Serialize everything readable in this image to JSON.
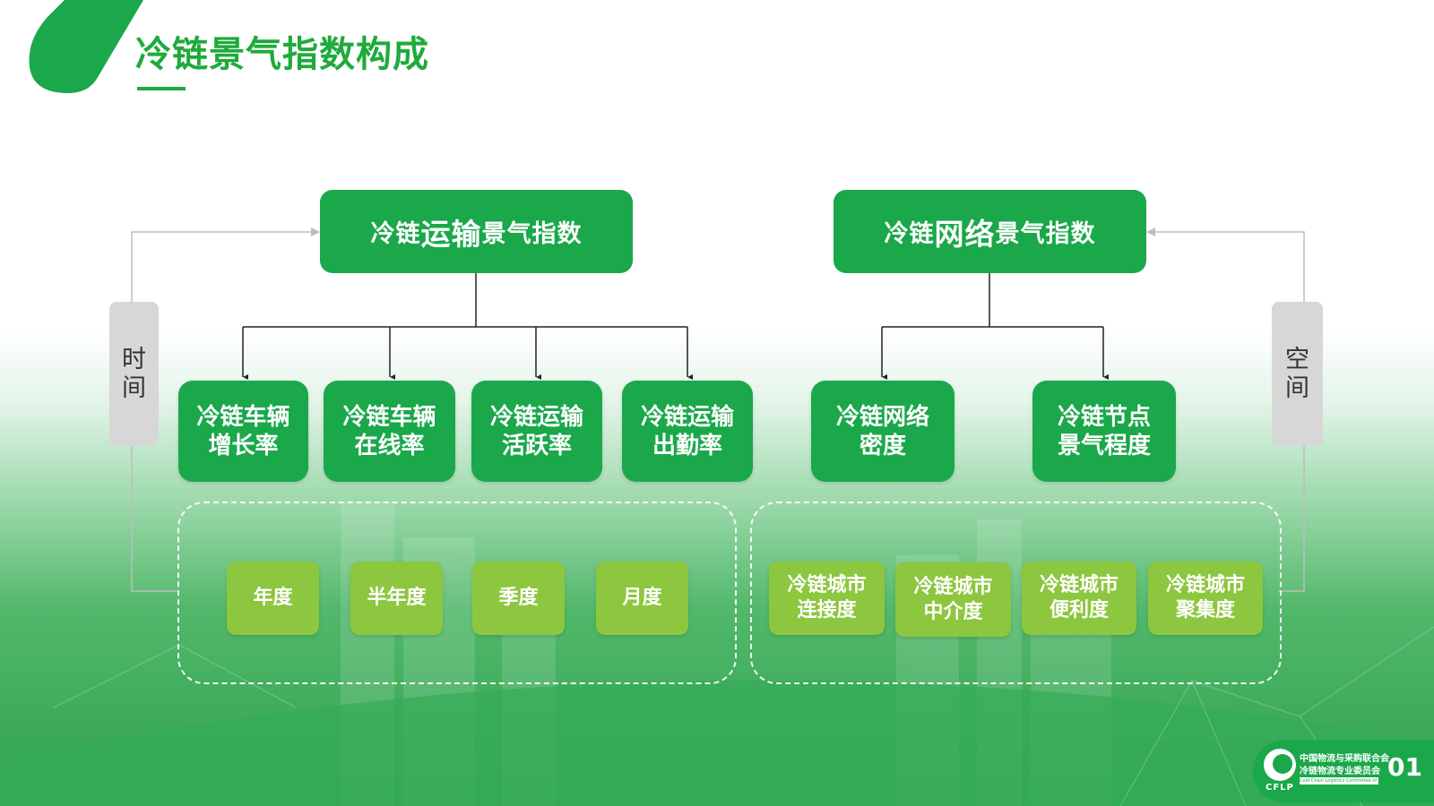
{
  "page_title": "冷链景气指数构成",
  "colors": {
    "primary_green": "#1aa84a",
    "leaf_green": "#8dc63f",
    "side_gray": "#d7d7d7",
    "title_green": "#1faa3c"
  },
  "diagram": {
    "left_root": {
      "prefix": "冷链",
      "emphasis": "运输",
      "suffix": "景气指数"
    },
    "right_root": {
      "prefix": "冷链",
      "emphasis": "网络",
      "suffix": "景气指数"
    },
    "left_side_label": "时间",
    "right_side_label": "空间",
    "left_children": [
      "冷链车辆增长率",
      "冷链车辆在线率",
      "冷链运输活跃率",
      "冷链运输出勤率"
    ],
    "right_children": [
      "冷链网络密度",
      "冷链节点景气程度"
    ],
    "time_dims": [
      "年度",
      "半年度",
      "季度",
      "月度"
    ],
    "space_dims": [
      "冷链城市连接度",
      "冷链城市中介度",
      "冷链城市便利度",
      "冷链城市聚集度"
    ]
  },
  "footer": {
    "org_line1": "中国物流与采购联合会",
    "org_line2": "冷链物流专业委员会",
    "org_en": "Cold Chain Logistics Committee of CFLP",
    "logo_text": "CFLP",
    "page_number": "01"
  }
}
